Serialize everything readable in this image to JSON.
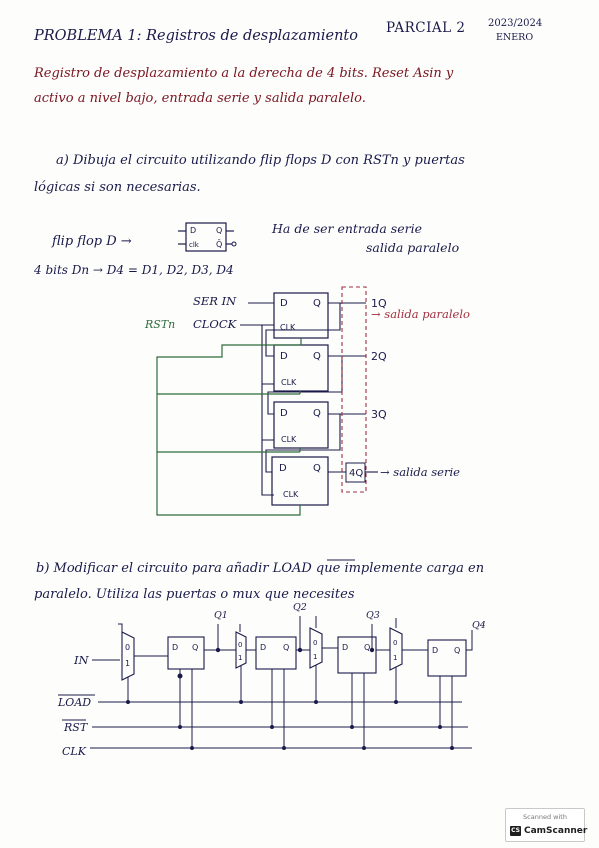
{
  "header": {
    "title": "PROBLEMA 1: Registros de desplazamiento",
    "exam": "PARCIAL 2",
    "year": "2023/2024",
    "month": "ENERO"
  },
  "intro": {
    "line1": "Registro de desplazamiento a la derecha de 4 bits. Reset Asin y",
    "line2": "activo a nivel bajo, entrada serie y salida paralelo."
  },
  "part_a": {
    "line1": "a) Dibuja el circuito utilizando flip flops D con RSTn y puertas",
    "line2": "lógicas si son necesarias.",
    "flipflop_label": "flip flop D →",
    "ff_symbol_d": "D",
    "ff_symbol_q": "Q",
    "ff_symbol_clk": "clk",
    "ff_symbol_qn": "Q̄",
    "note_line1": "Ha de ser entrada serie",
    "note_line2": "salida paralelo",
    "bits_line": "4 bits Dn → D4 = D1, D2, D3, D4"
  },
  "circuit_a": {
    "ser_in": "SER IN",
    "clock": "CLOCK",
    "rstn": "RSTn",
    "ff_d": "D",
    "ff_q": "Q",
    "ff_clk": "CLK",
    "outputs": [
      "1Q",
      "2Q",
      "3Q",
      "4Q"
    ],
    "annotation_parallel": "→ salida paralelo",
    "annotation_serial": "→ salida serie"
  },
  "part_b": {
    "line1": "b) Modificar el circuito para añadir LOAD que implemente carga en",
    "line2": "paralelo. Utiliza las puertas o mux que necesites"
  },
  "circuit_b": {
    "in_label": "IN",
    "load": "LOAD",
    "rst": "RST",
    "clk": "CLK",
    "mux_0": "0",
    "mux_1": "1",
    "ff_d": "D",
    "ff_q": "Q",
    "q_labels": [
      "Q1",
      "Q2",
      "Q3",
      "Q4"
    ]
  },
  "watermark": {
    "line1": "Scanned with",
    "brand": "CamScanner",
    "logo": "CS"
  },
  "colors": {
    "ink": "#1a1a4a",
    "red_ink": "#7a1420",
    "green_wire": "#2f6b3d",
    "dashed_box": "#a03040"
  }
}
